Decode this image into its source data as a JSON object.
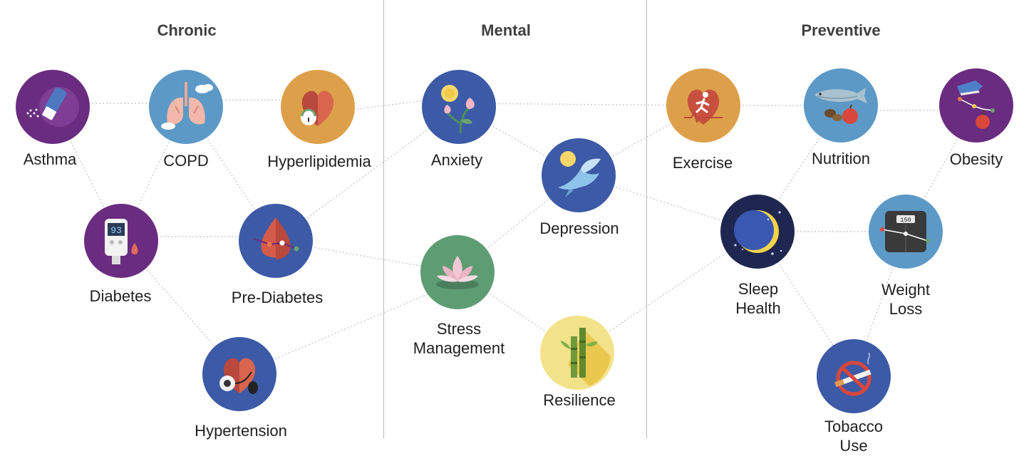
{
  "columns": [
    {
      "id": "chronic",
      "title": "Chronic"
    },
    {
      "id": "mental",
      "title": "Mental"
    },
    {
      "id": "preventive",
      "title": "Preventive"
    }
  ],
  "topics": {
    "asthma": {
      "label": "Asthma",
      "icon": "inhaler-icon",
      "color": "#6a2c80"
    },
    "copd": {
      "label": "COPD",
      "icon": "lungs-icon",
      "color": "#5c99c6"
    },
    "hyperlipidemia": {
      "label": "Hyperlipidemia",
      "icon": "heart-gauge-icon",
      "color": "#dda04a"
    },
    "diabetes": {
      "label": "Diabetes",
      "icon": "glucose-meter-icon",
      "color": "#6a2c80"
    },
    "prediabetes": {
      "label": "Pre-Diabetes",
      "icon": "blood-drop-icon",
      "color": "#3c5aa6"
    },
    "hypertension": {
      "label": "Hypertension",
      "icon": "heart-pressure-icon",
      "color": "#3c5aa6"
    },
    "anxiety": {
      "label": "Anxiety",
      "icon": "sun-flower-icon",
      "color": "#3c5aa6"
    },
    "depression": {
      "label": "Depression",
      "icon": "dove-icon",
      "color": "#3c5aa6"
    },
    "stress": {
      "label": "Stress\nManagement",
      "icon": "lotus-icon",
      "color": "#5e9d74"
    },
    "resilience": {
      "label": "Resilience",
      "icon": "bamboo-icon",
      "color": "#f2e28a"
    },
    "exercise": {
      "label": "Exercise",
      "icon": "heart-runner-icon",
      "color": "#dda04a"
    },
    "nutrition": {
      "label": "Nutrition",
      "icon": "fish-food-icon",
      "color": "#5c99c6"
    },
    "obesity": {
      "label": "Obesity",
      "icon": "shoe-apple-icon",
      "color": "#6a2c80"
    },
    "sleep": {
      "label": "Sleep\nHealth",
      "icon": "moon-icon",
      "color": "#1f2750"
    },
    "weightloss": {
      "label": "Weight\nLoss",
      "icon": "scale-icon",
      "color": "#5c99c6"
    },
    "tobacco": {
      "label": "Tobacco\nUse",
      "icon": "no-smoking-icon",
      "color": "#3c5aa6"
    }
  },
  "icon_glyphs": {
    "diabetes": "93",
    "weightloss": "150"
  }
}
